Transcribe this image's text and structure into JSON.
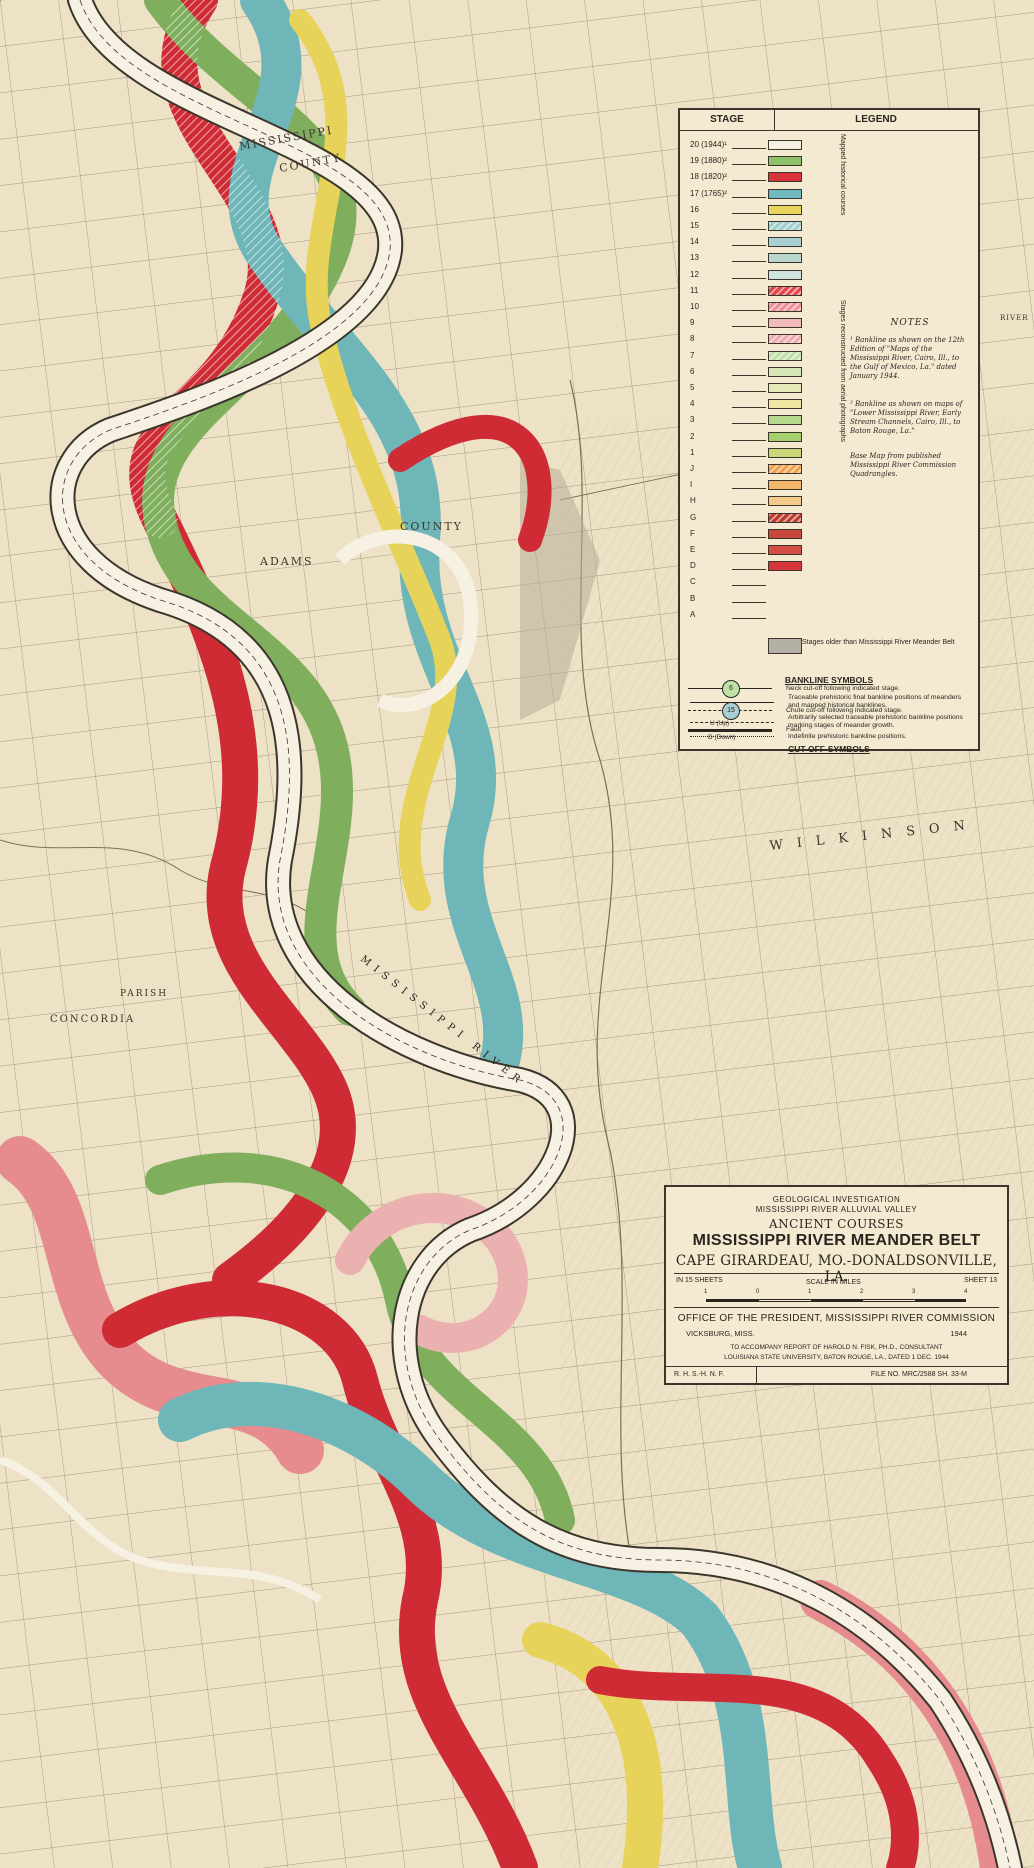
{
  "map": {
    "place_labels": [
      "MISSISSIPPI",
      "COUNTY",
      "ADAMS",
      "COUNTY",
      "CONCORDIA",
      "PARISH",
      "WILKINSON",
      "MISSISSIPPI RIVER",
      "RIVER"
    ],
    "colors": {
      "paper": "#ede2c6",
      "river": "#f6f1e2",
      "red": "#cf2b35",
      "pink": "#e68c8f",
      "green": "#7faf5d",
      "teal": "#6fb6b9",
      "yellow": "#e8d35a",
      "orange": "#e6933c",
      "ink": "#3b352c"
    }
  },
  "legend": {
    "header_stage": "STAGE",
    "header_legend": "LEGEND",
    "stages": [
      {
        "label": "20 (1944)¹",
        "color": "#f6f1e2",
        "hatched": false
      },
      {
        "label": "19 (1880)²",
        "color": "#8dc06b",
        "hatched": false
      },
      {
        "label": "18 (1820)²",
        "color": "#d9343c",
        "hatched": false
      },
      {
        "label": "17 (1765)²",
        "color": "#6fb9bf",
        "hatched": false
      },
      {
        "label": "16",
        "color": "#e9d55e",
        "hatched": false
      },
      {
        "label": "15",
        "color": "#9fd0cf",
        "hatched": true
      },
      {
        "label": "14",
        "color": "#a8cfd4",
        "hatched": false
      },
      {
        "label": "13",
        "color": "#b7d7cf",
        "hatched": false
      },
      {
        "label": "12",
        "color": "#cfe3e0",
        "hatched": false
      },
      {
        "label": "11",
        "color": "#e2444a",
        "hatched": true
      },
      {
        "label": "10",
        "color": "#ee8f93",
        "hatched": true
      },
      {
        "label": "9",
        "color": "#f2b9bb",
        "hatched": false
      },
      {
        "label": "8",
        "color": "#f0a9ad",
        "hatched": true
      },
      {
        "label": "7",
        "color": "#bfe0a7",
        "hatched": true
      },
      {
        "label": "6",
        "color": "#d7e7b8",
        "hatched": false
      },
      {
        "label": "5",
        "color": "#e5e9b9",
        "hatched": false
      },
      {
        "label": "4",
        "color": "#f0e6a4",
        "hatched": false
      },
      {
        "label": "3",
        "color": "#b5d98c",
        "hatched": false
      },
      {
        "label": "2",
        "color": "#a6cf6e",
        "hatched": false
      },
      {
        "label": "1",
        "color": "#c9d77a",
        "hatched": false
      },
      {
        "label": "J",
        "color": "#f0a048",
        "hatched": true
      },
      {
        "label": "I",
        "color": "#f2b768",
        "hatched": false
      },
      {
        "label": "H",
        "color": "#f4c98a",
        "hatched": false
      },
      {
        "label": "G",
        "color": "#bd3a2b",
        "hatched": true
      },
      {
        "label": "F",
        "color": "#c9473a",
        "hatched": false
      },
      {
        "label": "E",
        "color": "#d64d46",
        "hatched": false
      },
      {
        "label": "D",
        "color": "#d8363c",
        "hatched": false
      },
      {
        "label": "C",
        "color": "",
        "hatched": false
      },
      {
        "label": "B",
        "color": "",
        "hatched": false
      },
      {
        "label": "A",
        "color": "",
        "hatched": false
      }
    ],
    "mapped_courses_label": "Mapped historical courses",
    "reconstructed_label": "Stages reconstructed from aerial photographs",
    "notes_title": "NOTES",
    "notes": [
      "¹ Bankline as shown on the 12th Edition of \"Maps of the Mississippi River, Cairo, Ill., to the Gulf of Mexico, La.\" dated January 1944.",
      "² Bankline as shown on maps of \"Lower Mississippi River, Early Stream Channels, Cairo, Ill., to Baton Rouge, La.\"",
      "Base Map from published Mississippi River Commission Quadrangles."
    ],
    "older_stages": "Stages older than Mississippi River Meander Belt",
    "bankline_title": "BANKLINE SYMBOLS",
    "bankline_symbols": [
      "Traceable prehistoric final bankline positions of meanders and mapped historical banklines.",
      "Arbitrarily selected traceable prehistoric bankline positions marking stages of meander growth.",
      "Indefinite prehistoric bankline positions."
    ],
    "cutoff_title": "CUT-OFF-SYMBOLS",
    "cutoff_symbols": [
      {
        "num": "6",
        "text": "Neck cut-off following indicated stage."
      },
      {
        "num": "15",
        "text": "Chute cut-off following indicated stage."
      }
    ],
    "fault_up": "U (Up)",
    "fault_down": "D (Down)",
    "fault_label": "Fault"
  },
  "title_block": {
    "line1": "GEOLOGICAL INVESTIGATION",
    "line2": "MISSISSIPPI RIVER ALLUVIAL VALLEY",
    "line3": "ANCIENT COURSES",
    "line4": "MISSISSIPPI RIVER MEANDER BELT",
    "line5": "CAPE GIRARDEAU, MO.-DONALDSONVILLE, LA.",
    "sheets": "IN 15 SHEETS",
    "scale_label": "SCALE IN MILES",
    "sheet_num": "SHEET 13",
    "scale_ticks": [
      "1",
      "0",
      "1",
      "2",
      "3",
      "4"
    ],
    "office": "OFFICE OF THE PRESIDENT, MISSISSIPPI RIVER COMMISSION",
    "city": "VICKSBURG, MISS.",
    "year": "1944",
    "report1": "TO ACCOMPANY REPORT OF HAROLD N. FISK, PH.D., CONSULTANT",
    "report2": "LOUISIANA STATE UNIVERSITY, BATON ROUGE, LA., DATED 1 DEC. 1944",
    "initials": "R. H. S.-H. N. F.",
    "file_no": "FILE NO. MRC/2588 SH. 33-M"
  }
}
